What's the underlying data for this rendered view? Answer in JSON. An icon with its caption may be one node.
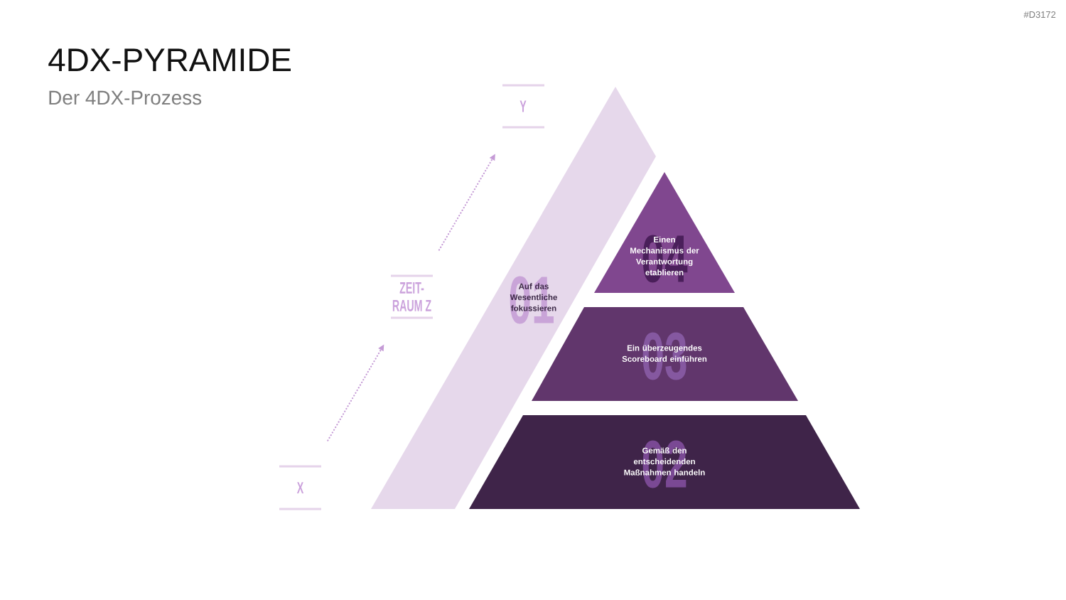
{
  "diagram": {
    "title": "4DX-PYRAMIDE",
    "nodes": [
      {
        "text": [
          "01",
          "Auf das Wesentliche fokussieren"
        ]
      },
      {
        "text": [
          "04",
          "Einen Mechanismus der Verantwortung etablieren"
        ]
      },
      {
        "text": [
          "03",
          "Ein überzeugendes Scoreboard einführen"
        ]
      },
      {
        "text": [
          "02",
          "Gemäß den entscheidenden Maßnahmen handeln"
        ]
      },
      {
        "text": [
          "Y"
        ]
      },
      {
        "text": [
          "ZEIT- RAUM Z"
        ]
      },
      {
        "text": [
          "X"
        ]
      }
    ],
    "edges": [
      {
        "from": 6,
        "to": 5,
        "arrow": "to",
        "style": "dashed"
      },
      {
        "from": 5,
        "to": 4,
        "arrow": "to",
        "style": "dashed"
      }
    ],
    "labels": [
      "#D3172",
      "Der 4DX-Prozess"
    ]
  }
}
